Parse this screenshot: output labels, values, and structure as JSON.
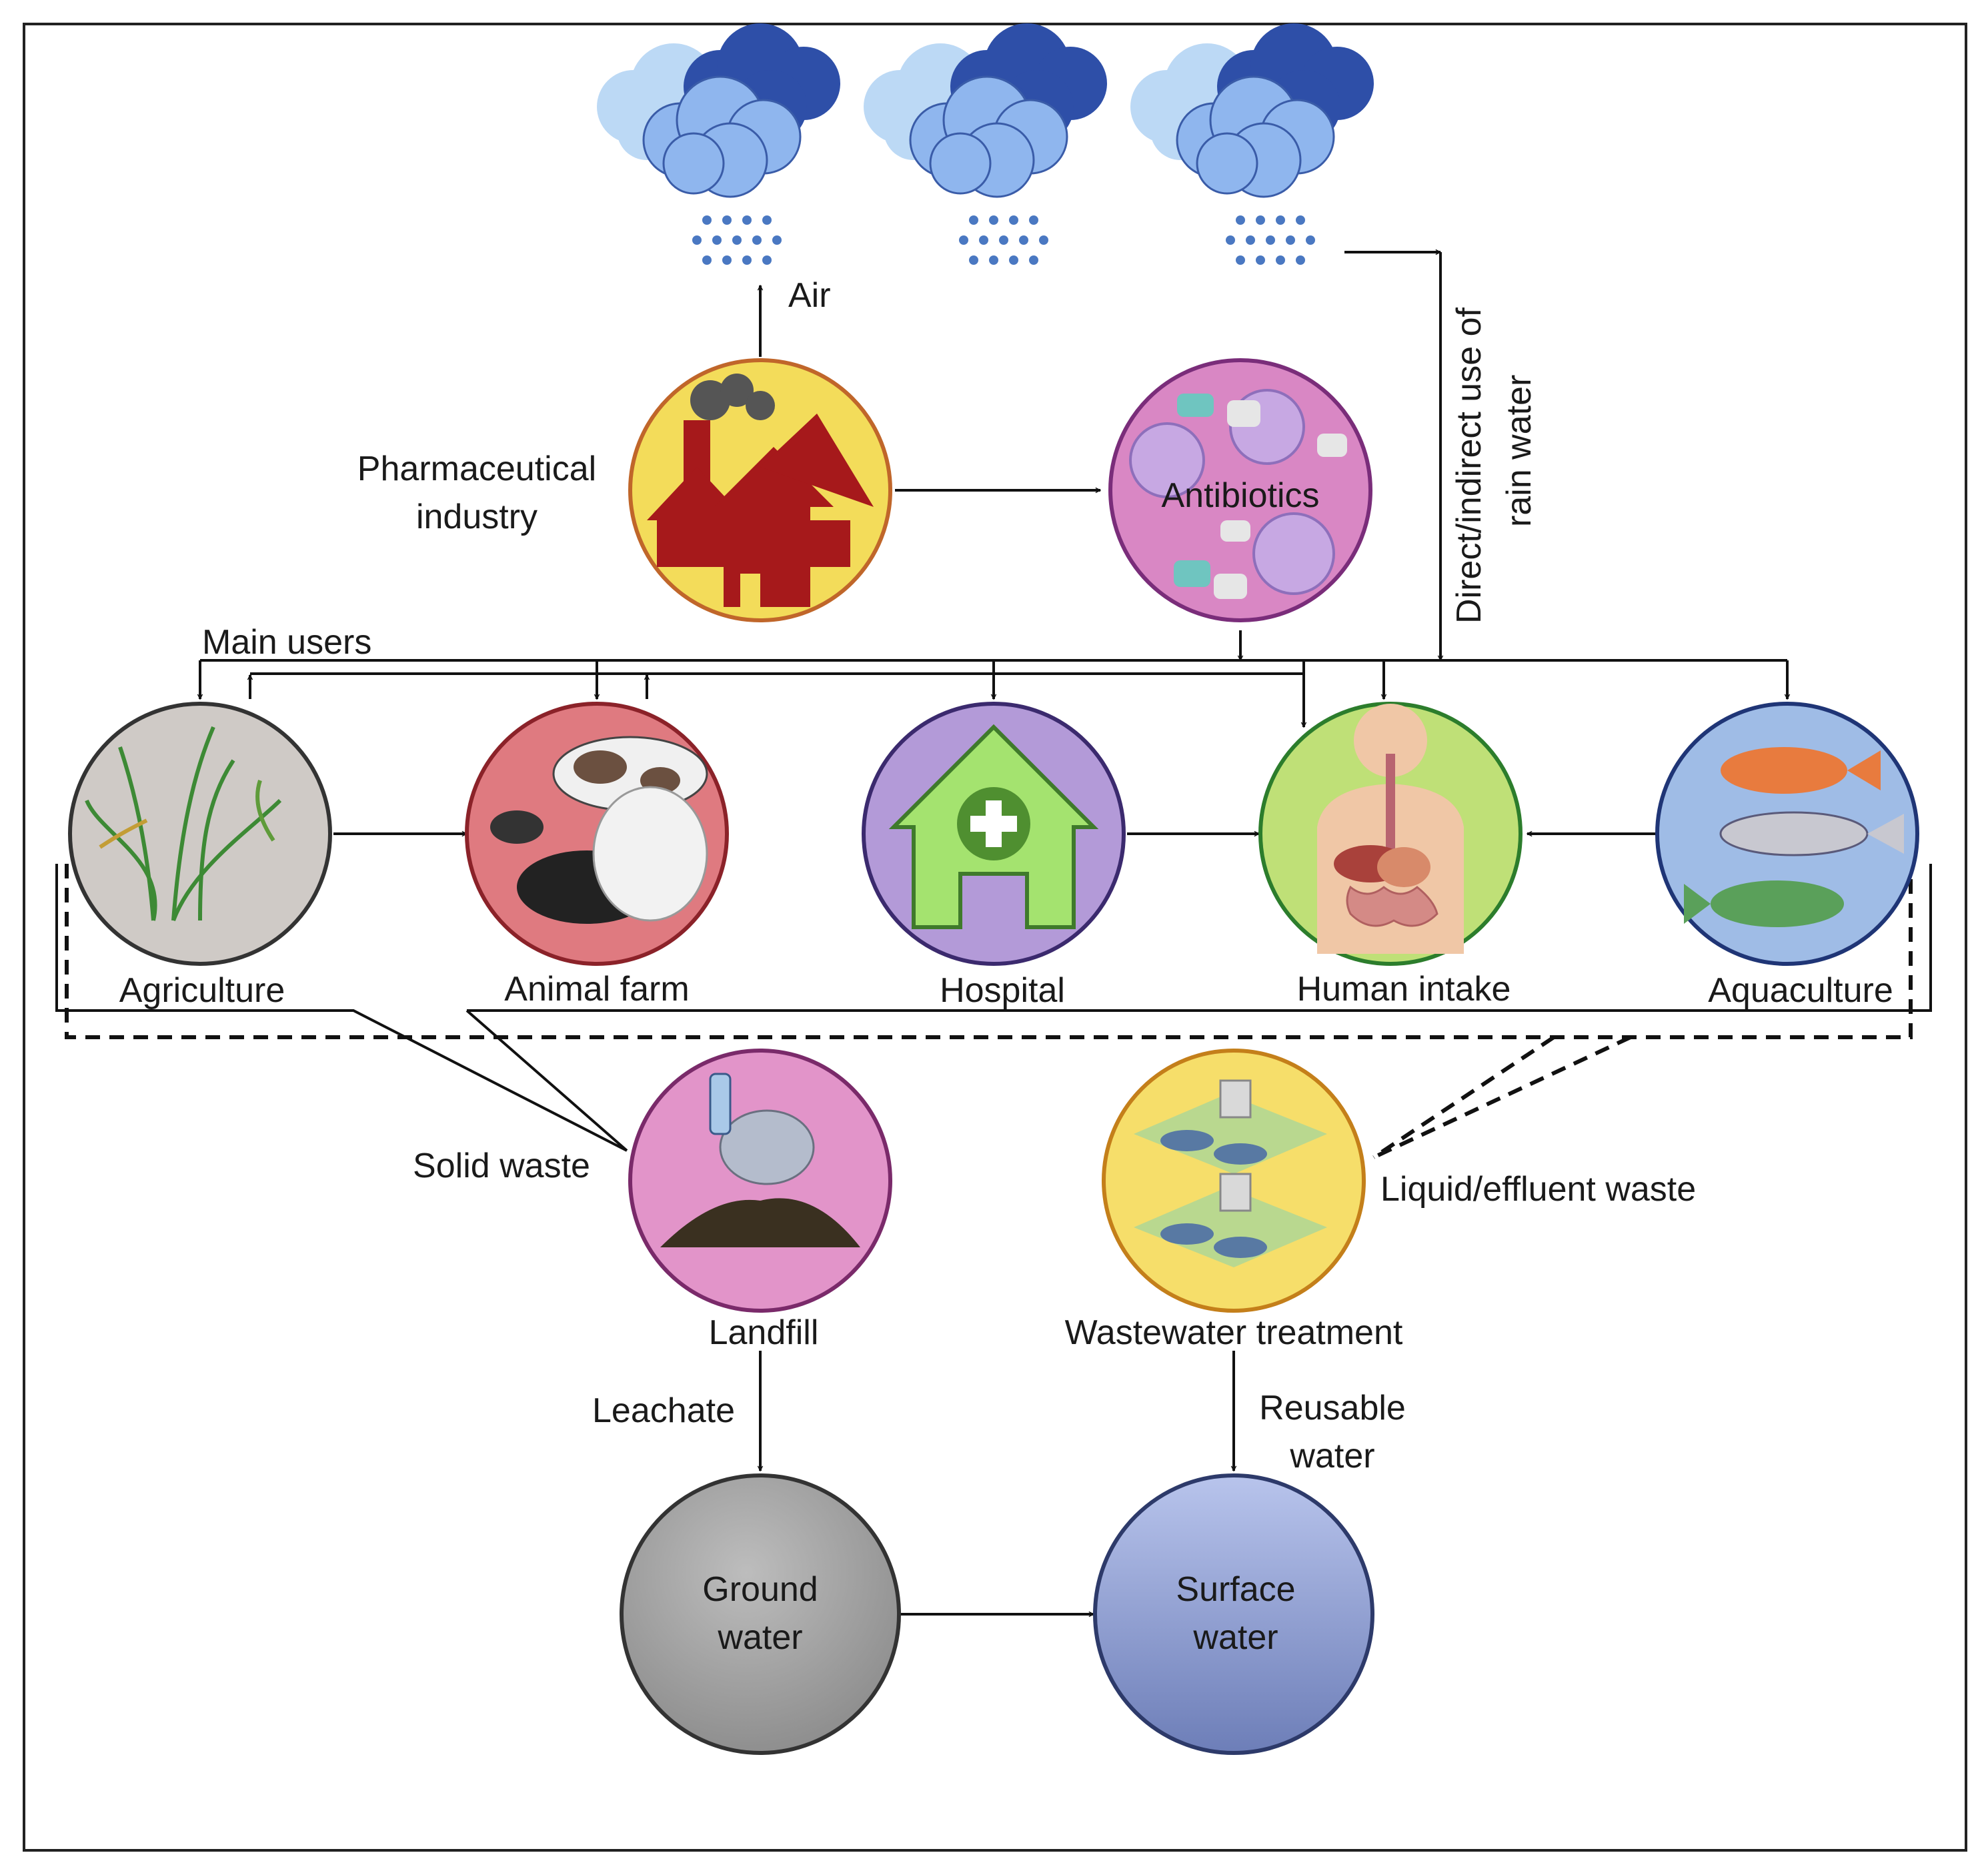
{
  "labels": {
    "air": "Air",
    "rain_use_line1": "Direct/indirect use of",
    "rain_use_line2": "rain water",
    "pharma_line1": "Pharmaceutical",
    "pharma_line2": "industry",
    "antibiotics": "Antibiotics",
    "main_users": "Main users",
    "agriculture": "Agriculture",
    "animal_farm": "Animal farm",
    "hospital": "Hospital",
    "human_intake": "Human intake",
    "aquaculture": "Aquaculture",
    "solid_waste": "Solid waste",
    "liquid_waste": "Liquid/effluent waste",
    "landfill": "Landfill",
    "wastewater": "Wastewater treatment",
    "leachate": "Leachate",
    "reusable_line1": "Reusable",
    "reusable_line2": "water",
    "ground_line1": "Ground",
    "ground_line2": "water",
    "surface_line1": "Surface",
    "surface_line2": "water"
  },
  "colors": {
    "pharma_fill": "#f3dc5a",
    "pharma_ring": "#c0662a",
    "antibiotics_fill": "#d987c4",
    "antibiotics_ring": "#7a2d7a",
    "agriculture_fill": "#cfcac6",
    "agriculture_ring": "#333333",
    "animal_fill": "#df7a80",
    "animal_ring": "#8b2229",
    "hospital_fill": "#b39ad8",
    "hospital_ring": "#3b2a6e",
    "human_fill": "#bfe077",
    "human_ring": "#2c7d2c",
    "aquaculture_fill": "#9fbce6",
    "aquaculture_ring": "#1f3576",
    "landfill_fill": "#e294c9",
    "landfill_ring": "#7a2a6a",
    "wastewater_fill": "#f6de6a",
    "wastewater_ring": "#c47f1a",
    "ground_fill": "#8b8b8b",
    "surface_fill": "#6d7eb8",
    "cloud_light": "#bcd9f5",
    "cloud_dark": "#2e4fa8",
    "cloud_mid": "#8fb6ee",
    "rain": "#4a78c2",
    "factory": "#a6191b"
  },
  "icons": {
    "cloud": "cloud-rain-icon",
    "factory": "factory-icon",
    "pills": "pills-icon",
    "plants": "plants-icon",
    "animals": "farm-animals-icon",
    "hospital": "hospital-house-icon",
    "human": "digestive-system-icon",
    "fish": "fish-icon",
    "landfill": "landfill-icon",
    "treatment": "treatment-plant-icon"
  }
}
